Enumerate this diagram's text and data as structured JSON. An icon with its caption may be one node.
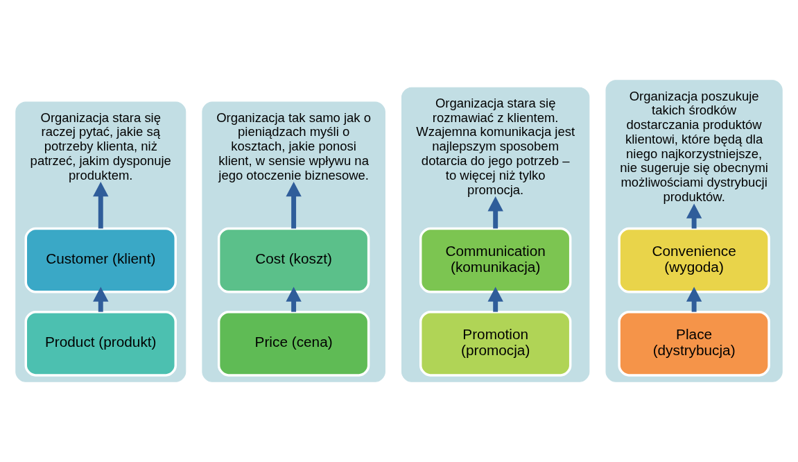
{
  "diagram": {
    "nodes": [
      {
        "text": [],
        "shape": "box"
      },
      {
        "text": [
          "Organizacja stara się raczej pytać, jakie są potrzeby klienta, niż patrzeć, jakim dysponuje produktem."
        ],
        "in": 0
      },
      {
        "text": [
          "Customer (klient)"
        ],
        "in": 0
      },
      {
        "text": [
          "Product (produkt)"
        ],
        "in": 0
      },
      {
        "text": [],
        "shape": "box"
      },
      {
        "text": [
          "Organizacja tak samo jak o pieniądzach myśli o kosztach, jakie ponosi klient, w sensie wpływu na jego otoczenie biznesowe."
        ],
        "in": 4
      },
      {
        "text": [
          "Cost (koszt)"
        ],
        "in": 4
      },
      {
        "text": [
          "Price (cena)"
        ],
        "in": 4
      },
      {
        "text": [],
        "shape": "box"
      },
      {
        "text": [
          "Organizacja stara się rozmawiać z klientem. Wzajemna komunikacja jest najlepszym sposobem dotarcia do jego potrzeb – to więcej niż tylko promocja."
        ],
        "in": 8
      },
      {
        "text": [
          "Communication (komunikacja)"
        ],
        "in": 8
      },
      {
        "text": [
          "Promotion (promocja)"
        ],
        "in": 8
      },
      {
        "text": [],
        "shape": "box"
      },
      {
        "text": [
          "Organizacja poszukuje takich środków dostarczania produktów klientowi, które będą dla niego najkorzystniejsze, nie sugeruje się obecnymi możliwościami dystrybucji produktów."
        ],
        "in": 12
      },
      {
        "text": [
          "Convenience (wygoda)"
        ],
        "in": 12
      },
      {
        "text": [
          "Place (dystrybucja)"
        ],
        "in": 12
      }
    ],
    "edges": [
      {
        "from": 3,
        "to": 2,
        "arrow": "to"
      },
      {
        "from": 2,
        "to": 1,
        "arrow": "to"
      },
      {
        "from": 7,
        "to": 6,
        "arrow": "to"
      },
      {
        "from": 6,
        "to": 5,
        "arrow": "to"
      },
      {
        "from": 11,
        "to": 10,
        "arrow": "to"
      },
      {
        "from": 10,
        "to": 9,
        "arrow": "to"
      },
      {
        "from": 15,
        "to": 14,
        "arrow": "to"
      },
      {
        "from": 14,
        "to": 13,
        "arrow": "to"
      }
    ]
  }
}
